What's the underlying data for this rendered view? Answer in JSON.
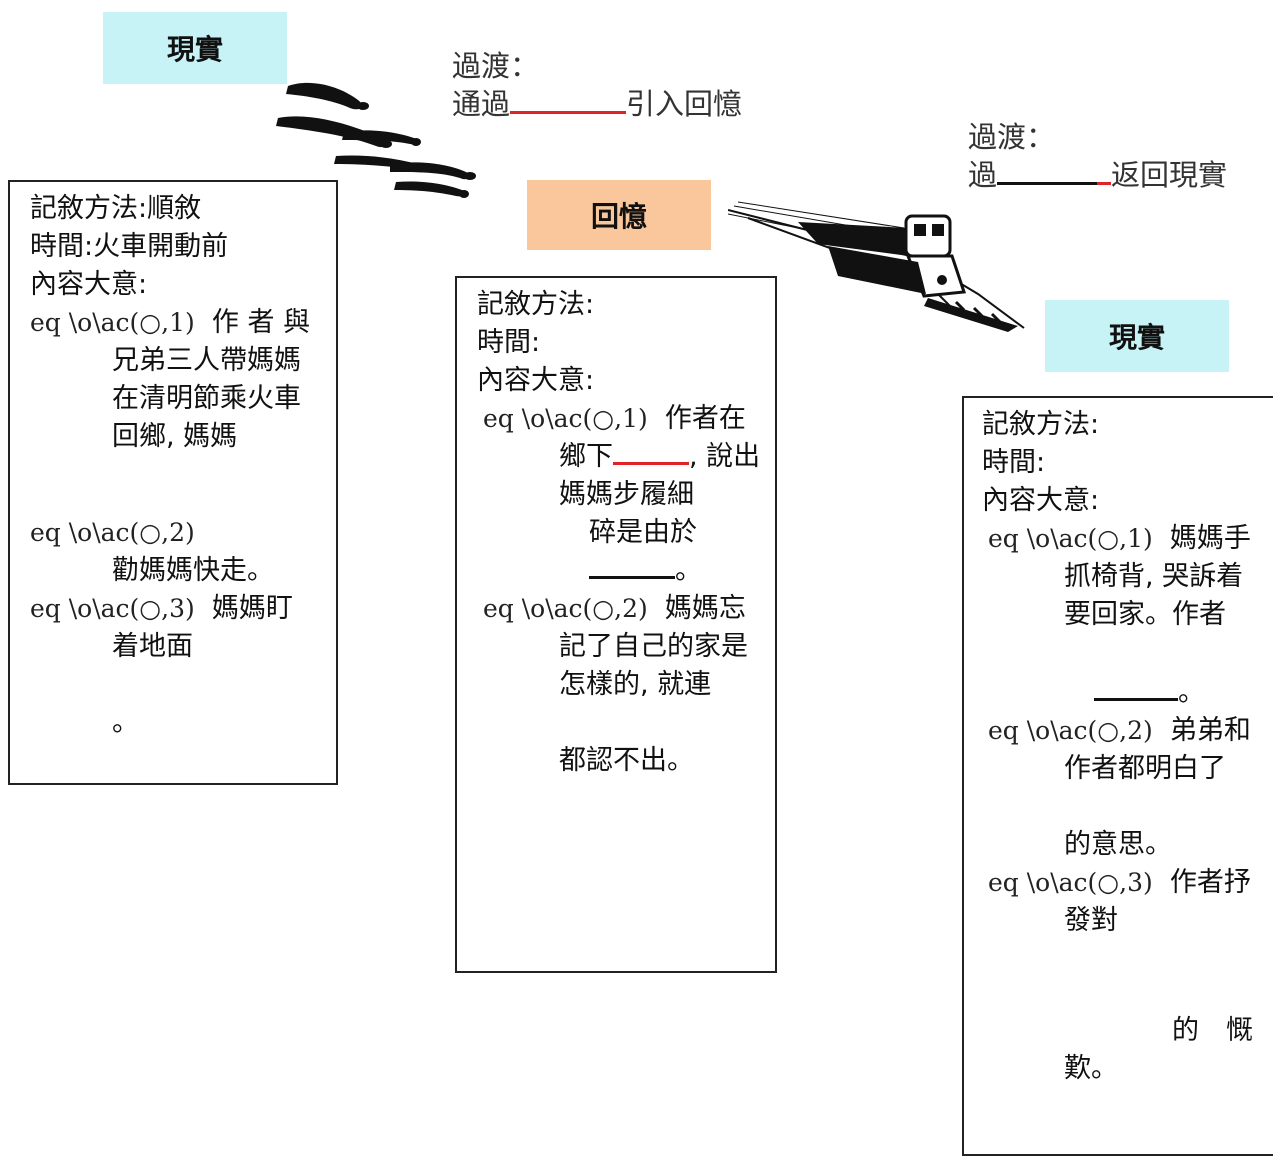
{
  "boxes": {
    "reality_left": "現實",
    "memory": "回憶",
    "reality_right": "現實"
  },
  "transition1": {
    "title": "過渡：",
    "prefix": "通過",
    "suffix": "引入回憶"
  },
  "transition2": {
    "title": "過渡：",
    "prefix": "過",
    "suffix": "返回現實"
  },
  "card_left": {
    "method": "記敘方法:順敘",
    "time": "時間:火車開動前",
    "summary_label": "內容大意:",
    "item1_marker": "eq \\o\\ac(○,1)",
    "item1_a": "作 者 與",
    "item1_b": "兄弟三人帶媽媽",
    "item1_c": "在清明節乘火車",
    "item1_d": "回鄉, 媽媽",
    "item2_marker": "eq \\o\\ac(○,2)",
    "item2_a": "勸媽媽快走。",
    "item3_marker": "eq \\o\\ac(○,3)",
    "item3_a": "媽媽盯",
    "item3_b": "着地面",
    "item3_end": "。"
  },
  "card_middle": {
    "method": "記敘方法:",
    "time": "時間:",
    "summary_label": "內容大意:",
    "item1_marker": "eq \\o\\ac(○,1)",
    "item1_a": "作者在",
    "item1_b1": "鄉下",
    "item1_b2": ", 說出",
    "item1_c": "媽媽步履細",
    "item1_d": "碎是由於",
    "item1_end": "。",
    "item2_marker": "eq \\o\\ac(○,2)",
    "item2_a": "媽媽忘",
    "item2_b": "記了自己的家是",
    "item2_c": "怎樣的, 就連",
    "item2_d": "都認不出。"
  },
  "card_right": {
    "method": "記敘方法:",
    "time": "時間:",
    "summary_label": "內容大意:",
    "item1_marker": "eq \\o\\ac(○,1)",
    "item1_a": "媽媽手",
    "item1_b": "抓椅背, 哭訴着",
    "item1_c": "要回家。作者",
    "item1_end": "。",
    "item2_marker": "eq \\o\\ac(○,2)",
    "item2_a": "弟弟和",
    "item2_b": "作者都明白了",
    "item2_c": "的意思。",
    "item3_marker": "eq \\o\\ac(○,3)",
    "item3_a": "作者抒",
    "item3_b": "發對",
    "item3_c": "的　慨",
    "item3_d": "歎。"
  },
  "colors": {
    "reality_bg": "#c8f3f6",
    "memory_bg": "#f9c79b",
    "blank_red": "#e0232b"
  },
  "icons": [
    "footprints-icon",
    "train-icon"
  ]
}
